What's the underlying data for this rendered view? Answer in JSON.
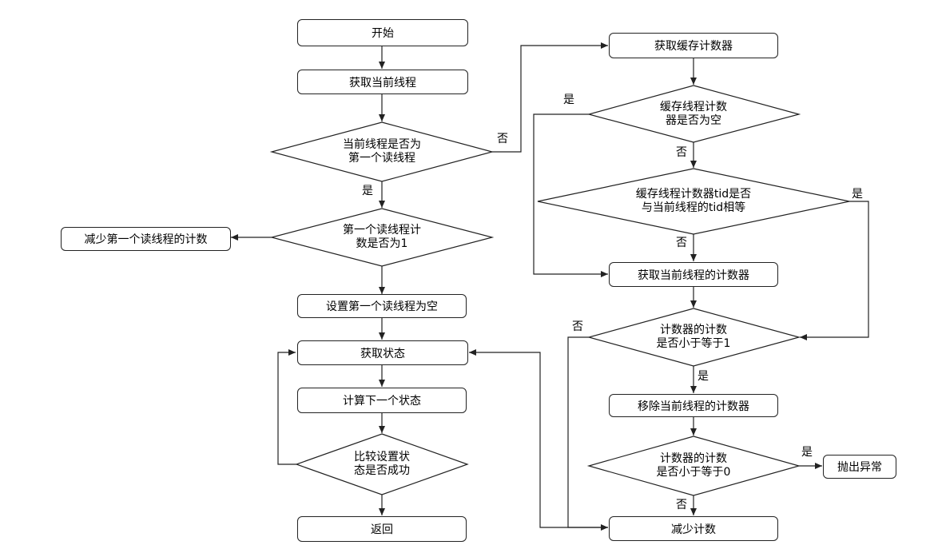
{
  "nodes": {
    "start": "开始",
    "get_current_thread": "获取当前线程",
    "decrease_first_reader": "减少第一个读线程的计数",
    "set_first_reader_null": "设置第一个读线程为空",
    "get_state": "获取状态",
    "calc_next_state": "计算下一个状态",
    "return": "返回",
    "get_cached_counter": "获取缓存计数器",
    "get_current_thread_counter": "获取当前线程的计数器",
    "remove_current_thread_counter": "移除当前线程的计数器",
    "throw_exception": "抛出异常",
    "decrease_count": "减少计数"
  },
  "decisions": {
    "is_first_reader": [
      "当前线程是否为",
      "第一个读线程"
    ],
    "first_reader_count_is_1": [
      "第一个读线程计",
      "数是否为1"
    ],
    "cas_state": [
      "比较设置状",
      "态是否成功"
    ],
    "cached_counter_null": [
      "缓存线程计数",
      "器是否为空"
    ],
    "cached_tid_equals": [
      "缓存线程计数器tid是否",
      "与当前线程的tid相等"
    ],
    "count_le_1": [
      "计数器的计数",
      "是否小于等于1"
    ],
    "count_le_0": [
      "计数器的计数",
      "是否小于等于0"
    ]
  },
  "edge_labels": {
    "yes": "是",
    "no": "否"
  }
}
